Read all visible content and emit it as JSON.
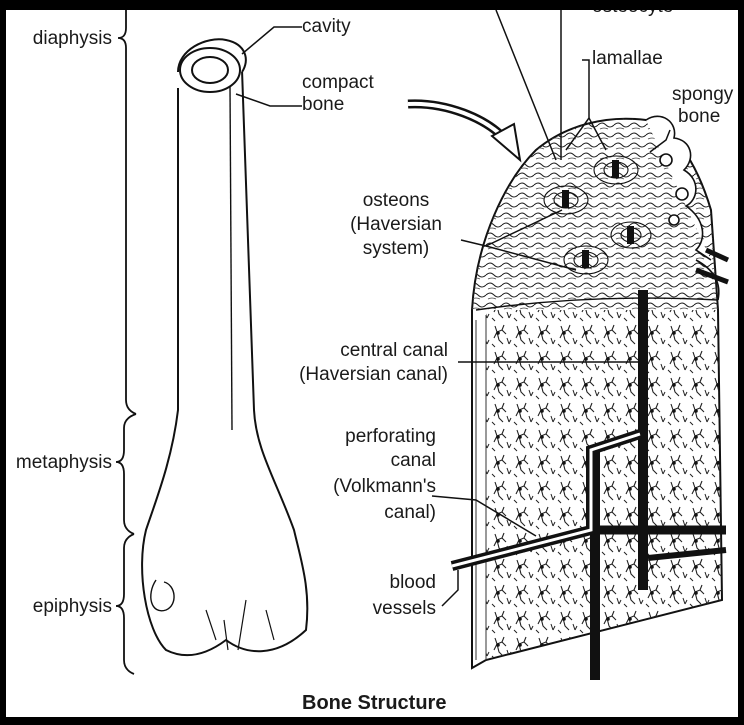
{
  "diagram": {
    "title": "Bone Structure",
    "bone_regions": {
      "diaphysis": "diaphysis",
      "metaphysis": "metaphysis",
      "epiphysis": "epiphysis"
    },
    "shaft_labels": {
      "cavity": "cavity",
      "compact_bone_1": "compact",
      "compact_bone_2": "bone"
    },
    "detail_labels": {
      "osteocyte_partial": "osteocyte",
      "lamallae": "lamallae",
      "spongy_bone_1": "spongy",
      "spongy_bone_2": "bone",
      "osteons_1": "osteons",
      "osteons_2": "(Haversian",
      "osteons_3": "system)",
      "central_canal_1": "central canal",
      "central_canal_2": "(Haversian canal)",
      "perforating_1": "perforating",
      "perforating_2": "canal",
      "perforating_3": "(Volkmann's",
      "perforating_4": "canal)",
      "blood_vessels_1": "blood",
      "blood_vessels_2": "vessels"
    }
  }
}
